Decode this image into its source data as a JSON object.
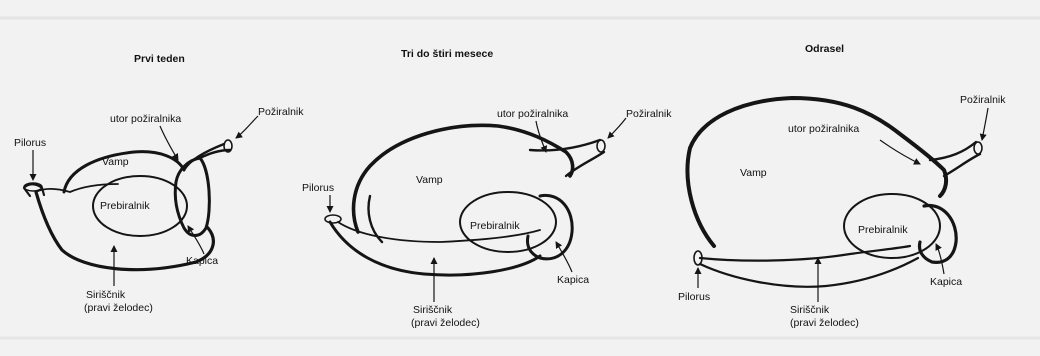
{
  "panels": [
    {
      "title": "Prvi teden",
      "labels": {
        "utor": "utor požiralnika",
        "poziralnik": "Požiralnik",
        "pilorus": "Pilorus",
        "vamp": "Vamp",
        "prebiralnik": "Prebiralnik",
        "kapica": "Kapica",
        "siriscnik": "Siriščnik",
        "siriscnik_sub": "(pravi želodec)"
      }
    },
    {
      "title": "Tri do štiri mesece",
      "labels": {
        "utor": "utor požiralnika",
        "poziralnik": "Požiralnik",
        "pilorus": "Pilorus",
        "vamp": "Vamp",
        "prebiralnik": "Prebiralnik",
        "kapica": "Kapica",
        "siriscnik": "Siriščnik",
        "siriscnik_sub": "(pravi želodec)"
      }
    },
    {
      "title": "Odrasel",
      "labels": {
        "utor": "utor požiralnika",
        "poziralnik": "Požiralnik",
        "pilorus": "Pilorus",
        "vamp": "Vamp",
        "prebiralnik": "Prebiralnik",
        "kapica": "Kapica",
        "siriscnik": "Siriščnik",
        "siriscnik_sub": "(pravi želodec)"
      }
    }
  ]
}
